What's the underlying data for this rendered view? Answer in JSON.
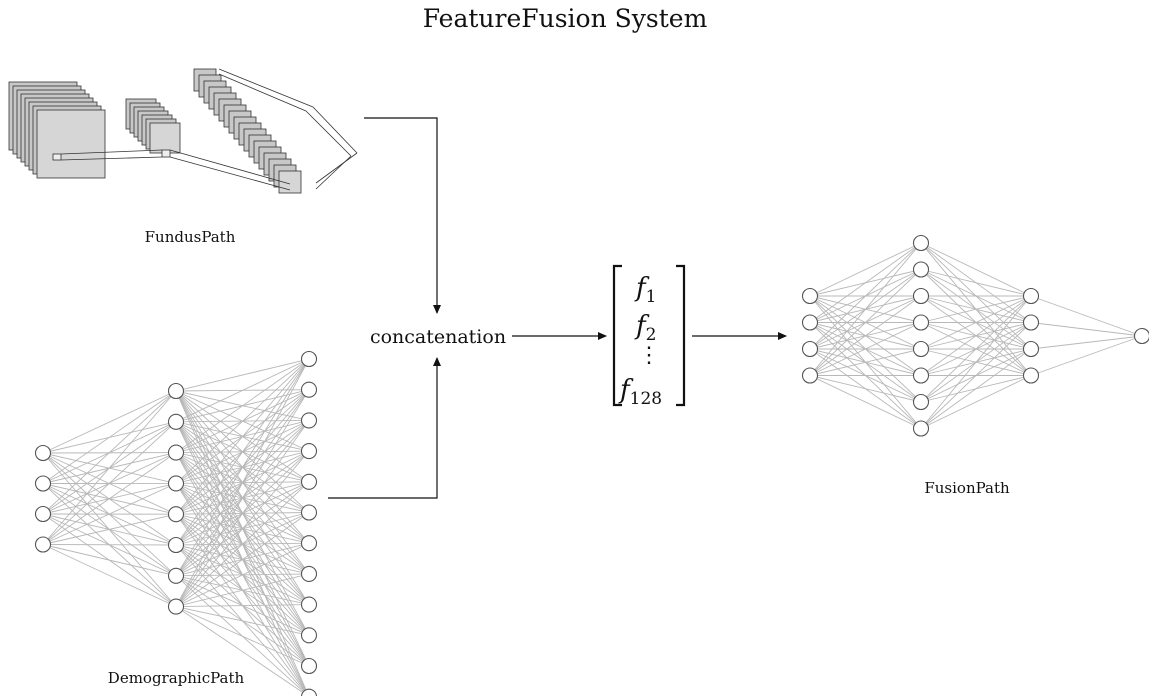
{
  "title": "FeatureFusion System",
  "fundus": {
    "label": "FundusPath"
  },
  "demographic": {
    "label": "DemographicPath",
    "layer_sizes": [
      4,
      8,
      12
    ]
  },
  "fusion": {
    "label": "FusionPath",
    "layer_sizes": [
      4,
      8,
      4,
      1
    ]
  },
  "concat": {
    "label": "concatenation"
  },
  "vector": {
    "symbol": "f",
    "sub1": "1",
    "sub2": "2",
    "dots": "⋮",
    "sublast": "128"
  },
  "colors": {
    "edge": "#b8b8b8",
    "node_stroke": "#555555",
    "arrow": "#111111",
    "block_fill": "#c8c8c8"
  }
}
